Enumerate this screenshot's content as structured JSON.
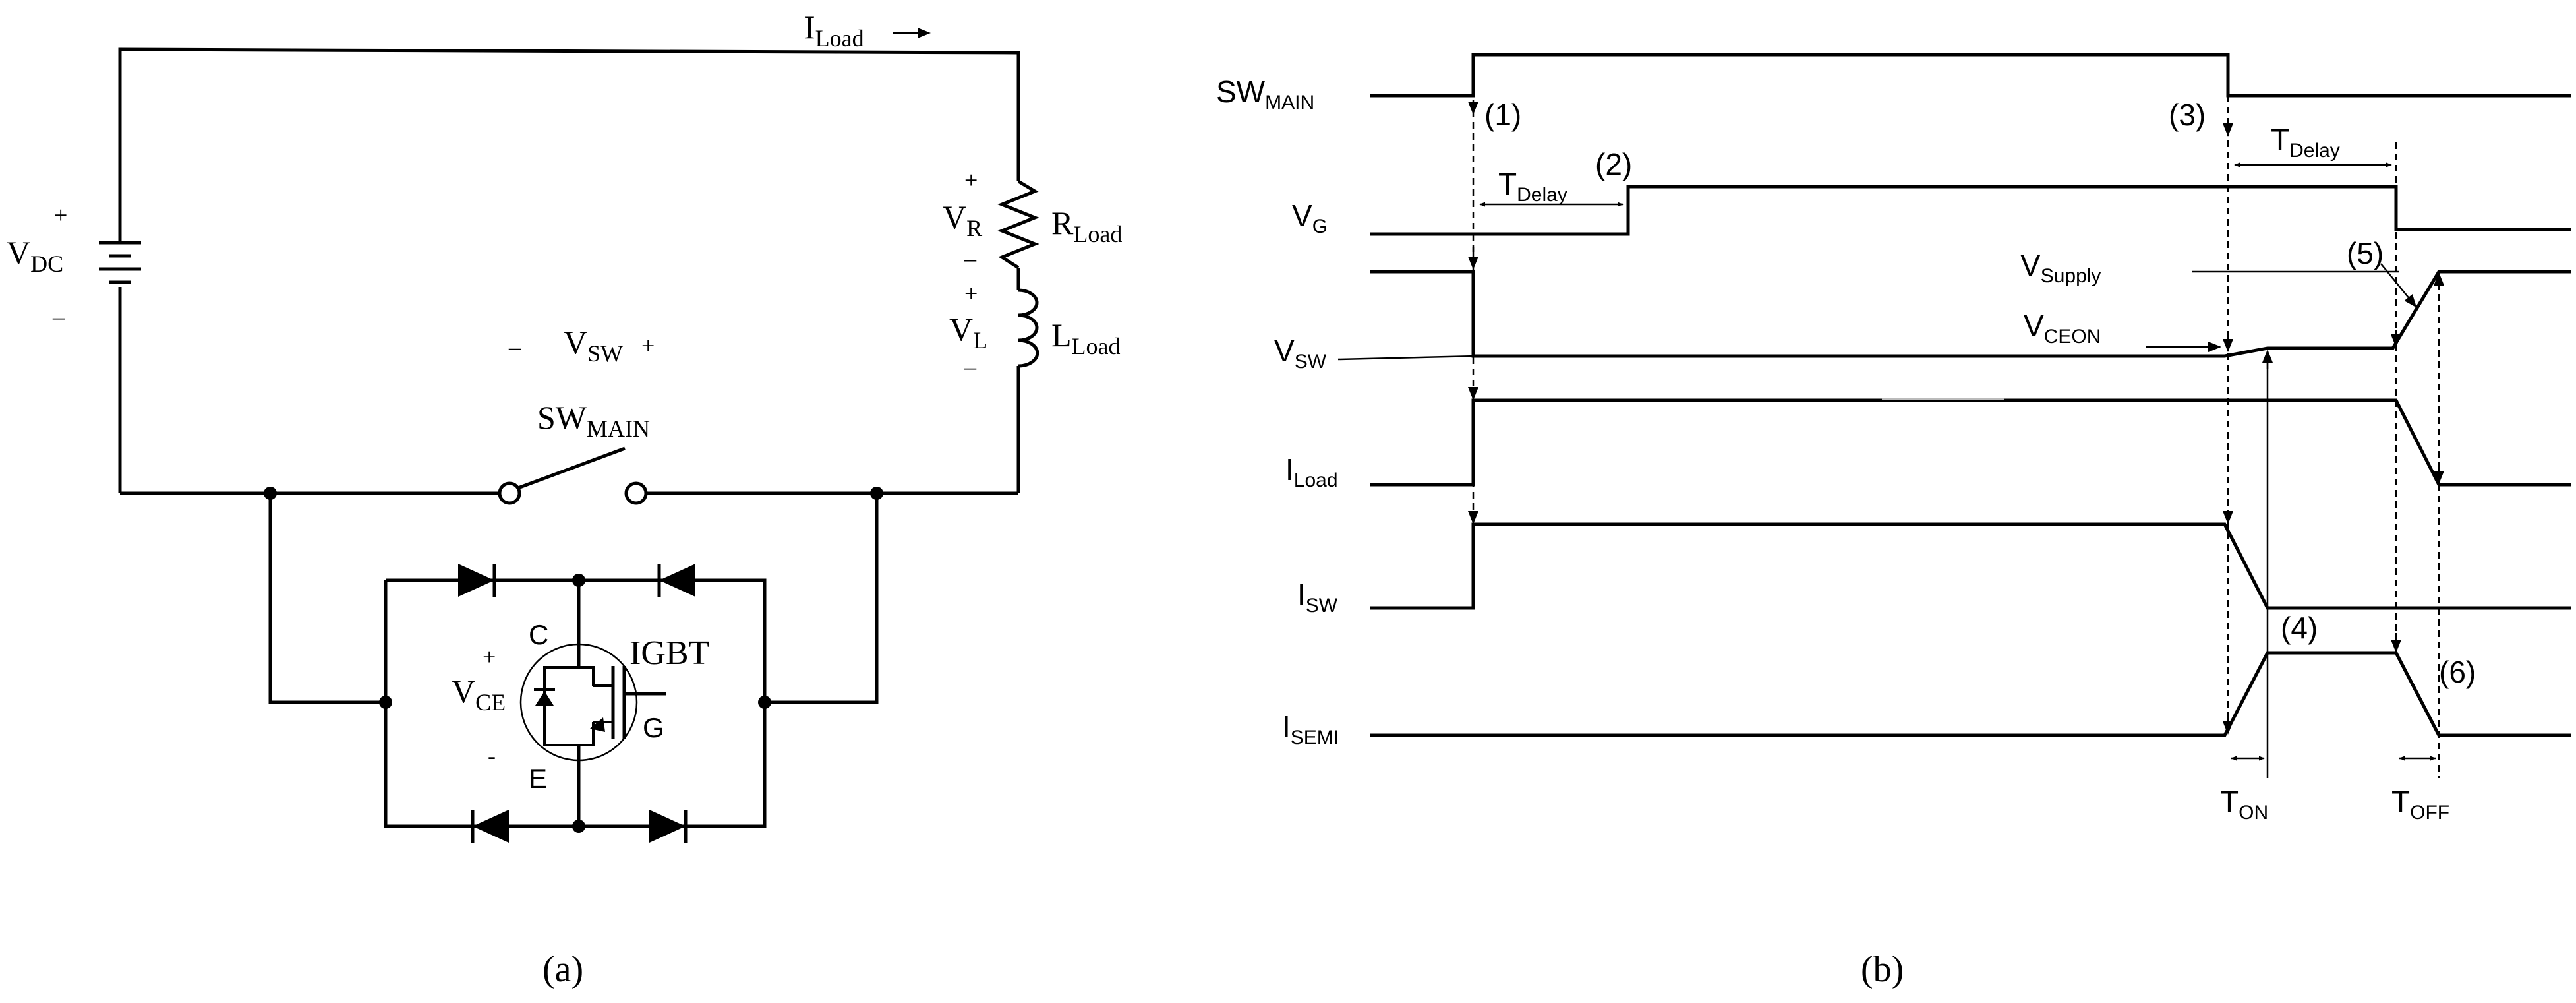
{
  "panel_a": {
    "label": "(a)",
    "i_load": {
      "main": "I",
      "sub": "Load"
    },
    "v_dc": {
      "main": "V",
      "sub": "DC"
    },
    "v_r": {
      "main": "V",
      "sub": "R"
    },
    "r_load": {
      "main": "R",
      "sub": "Load"
    },
    "v_l": {
      "main": "V",
      "sub": "L"
    },
    "l_load": {
      "main": "L",
      "sub": "Load"
    },
    "v_sw": {
      "main": "V",
      "sub": "SW"
    },
    "sw_main": {
      "main": "SW",
      "sub": "MAIN"
    },
    "igbt": "IGBT",
    "v_ce": {
      "main": "V",
      "sub": "CE"
    },
    "collector": "C",
    "emitter": "E",
    "gate": "G",
    "plus": "+",
    "minus": "–",
    "small_minus": "-"
  },
  "panel_b": {
    "label": "(b)",
    "signals": {
      "sw_main": {
        "main": "SW",
        "sub": "MAIN"
      },
      "v_g": {
        "main": "V",
        "sub": "G"
      },
      "v_sw": {
        "main": "V",
        "sub": "SW"
      },
      "i_load": {
        "main": "I",
        "sub": "Load"
      },
      "i_sw": {
        "main": "I",
        "sub": "SW"
      },
      "i_semi": {
        "main": "I",
        "sub": "SEMI"
      }
    },
    "levels": {
      "v_supply": {
        "main": "V",
        "sub": "Supply"
      },
      "v_ceon": {
        "main": "V",
        "sub": "CEON"
      }
    },
    "times": {
      "t_delay": {
        "main": "T",
        "sub": "Delay"
      },
      "t_on": {
        "main": "T",
        "sub": "ON"
      },
      "t_off": {
        "main": "T",
        "sub": "OFF"
      }
    },
    "events": [
      "(1)",
      "(2)",
      "(3)",
      "(4)",
      "(5)",
      "(6)"
    ]
  }
}
